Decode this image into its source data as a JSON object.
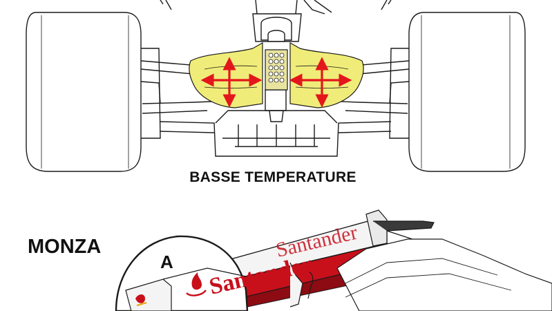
{
  "illustration": {
    "upper_caption": "BASSE TEMPERATURE",
    "lower_caption": "MONZA",
    "callout_letter": "A",
    "wing_sponsor_text": "Santander",
    "colors": {
      "line": "#1a1a1a",
      "highlight_fill": "#f0ec79",
      "arrow": "#e3161c",
      "wing_red": "#c8101b",
      "wing_white": "#f4f4f4",
      "background": "#ffffff"
    },
    "icons": [
      "flow-arrow-icon",
      "santander-flame-icon",
      "magnifier-circle-icon"
    ]
  }
}
